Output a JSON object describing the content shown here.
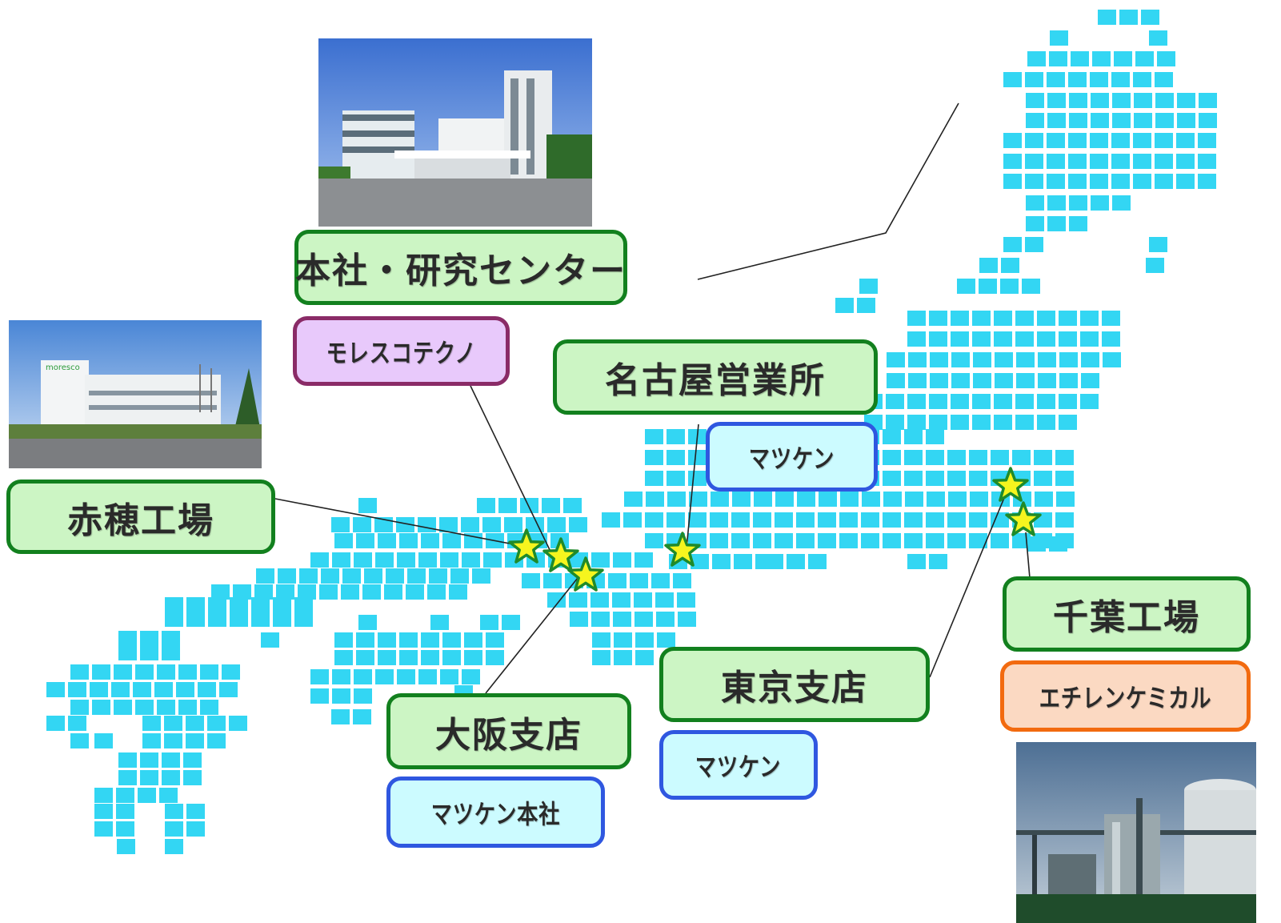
{
  "colors": {
    "tile": "#33d6f3",
    "office_fill": "#ccf5c4",
    "office_border": "#12801e",
    "company_blue_fill": "#ccfbff",
    "company_blue_border": "#2f57e0",
    "company_purple_fill": "#e8c9fb",
    "company_purple_border": "#8a2b67",
    "company_orange_fill": "#fbd9c2",
    "company_orange_border": "#f26a0f",
    "star_fill": "#f6f51e",
    "star_outline": "#1f8a2a"
  },
  "offices": {
    "hq": "本社・研究センター",
    "ako": "赤穂工場",
    "nagoya": "名古屋営業所",
    "osaka": "大阪支店",
    "tokyo": "東京支店",
    "chiba": "千葉工場"
  },
  "companies": {
    "moresco_techno": "モレスコテクノ",
    "matsuken_nagoya": "マツケン",
    "matsuken_hq": "マツケン本社",
    "matsuken_tokyo": "マツケン",
    "ethylene_chemical": "エチレンケミカル"
  },
  "icons": {
    "location_marker": "star-icon",
    "hq_photo": "building-photo-hq",
    "ako_photo": "building-photo-ako",
    "chiba_photo": "factory-photo-chiba"
  },
  "photo_text": {
    "ako_sign": "moresco"
  }
}
